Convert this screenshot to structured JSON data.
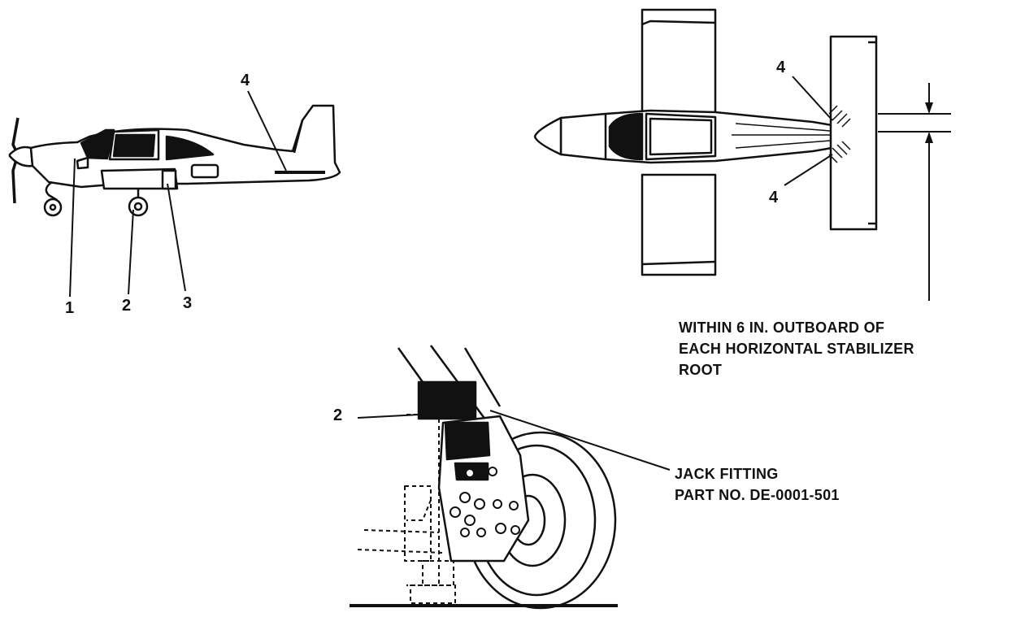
{
  "side_view": {
    "callouts": [
      "1",
      "2",
      "3",
      "4"
    ]
  },
  "top_view": {
    "callouts": [
      "4",
      "4"
    ],
    "note": [
      "WITHIN  6 IN. OUTBOARD OF",
      "EACH HORIZONTAL STABILIZER",
      "ROOT"
    ]
  },
  "detail_view": {
    "callout": "2",
    "jack_fitting": [
      "JACK FITTING",
      "PART NO. DE-0001-501"
    ]
  }
}
